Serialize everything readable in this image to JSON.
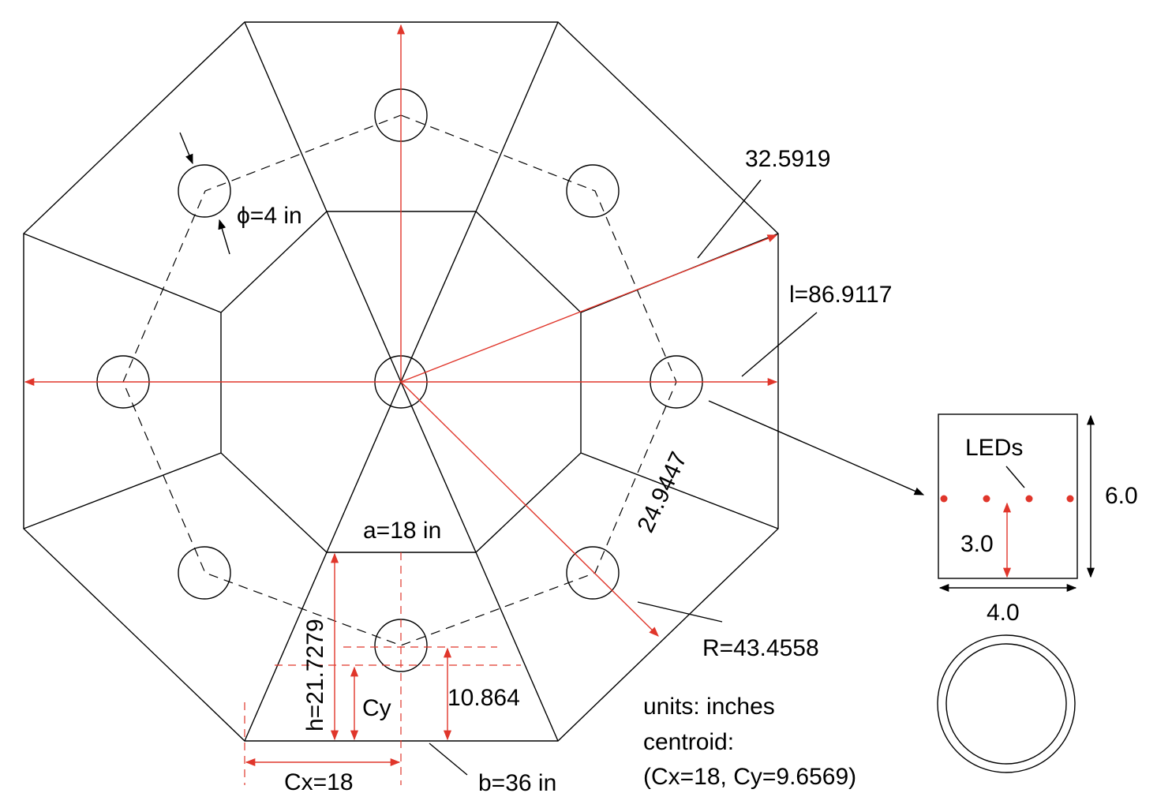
{
  "labels": {
    "diameter": "ϕ=4 in",
    "diagonal": "32.5919",
    "length": "l=86.9117",
    "circle_spacing": "24.9447",
    "inner_side": "a=18 in",
    "radius": "R=43.4558",
    "height": "h=21.7279",
    "cy": "Cy",
    "half_height": "10.864",
    "cx": "Cx=18",
    "base": "b=36 in",
    "units": "units: inches",
    "centroid": "centroid:",
    "centroid_values": "(Cx=18, Cy=9.6569)",
    "leds": "LEDs",
    "box_height": "6.0",
    "led_height": "3.0",
    "box_width": "4.0"
  },
  "colors": {
    "line": "#000000",
    "dimension": "#e0362b",
    "led": "#e0362b"
  }
}
